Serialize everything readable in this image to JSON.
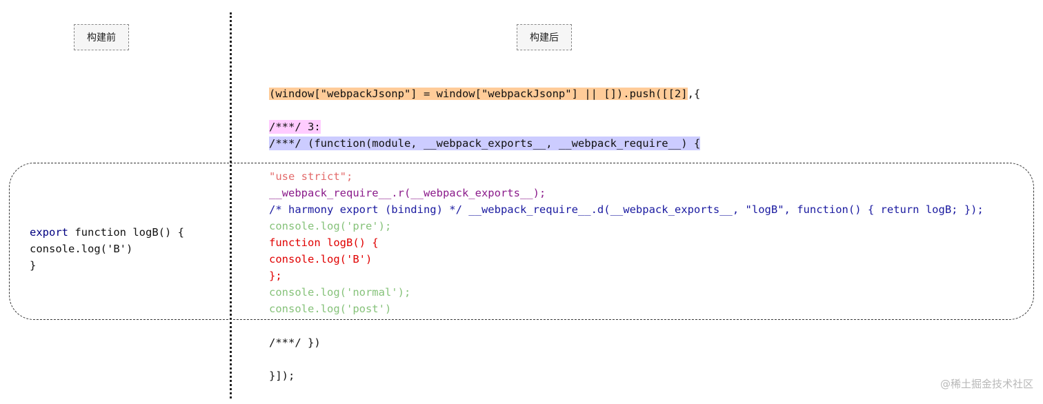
{
  "labels": {
    "before": "构建前",
    "after": "构建后"
  },
  "before_code": {
    "line1_keyword": "export",
    "line1_rest": " function logB() {",
    "line2": "console.log('B')",
    "line3": "}"
  },
  "after_code": {
    "push_highlight": "(window[\"webpackJsonp\"] = window[\"webpackJsonp\"] || []).push([[2]",
    "push_tail": ",{",
    "module_id": "/***/ 3:",
    "module_fn": "/***/ (function(module, __webpack_exports__, __webpack_require__) {",
    "use_strict": "\"use strict\";",
    "require_r": "__webpack_require__.r(__webpack_exports__);",
    "harmony_export": "/* harmony export (binding) */ __webpack_require__.d(__webpack_exports__, \"logB\", function() { return logB; });",
    "log_pre": "console.log('pre');",
    "fn_open": "function logB() {",
    "fn_body": "console.log('B')",
    "fn_close": "};",
    "log_normal": "console.log('normal');",
    "log_post": "console.log('post')",
    "module_end": "/***/ })",
    "chunk_end": "}]);"
  },
  "colors": {
    "push_highlight": "#ffcc99",
    "module_id_highlight": "#ffccff",
    "module_fn_highlight": "#ccccff",
    "strict": "#e36a6a",
    "require_r": "#8a1a8a",
    "harmony": "#1a1aa0",
    "logs": "#86c27a",
    "fn": "#e00000"
  },
  "watermark": "@稀土掘金技术社区"
}
